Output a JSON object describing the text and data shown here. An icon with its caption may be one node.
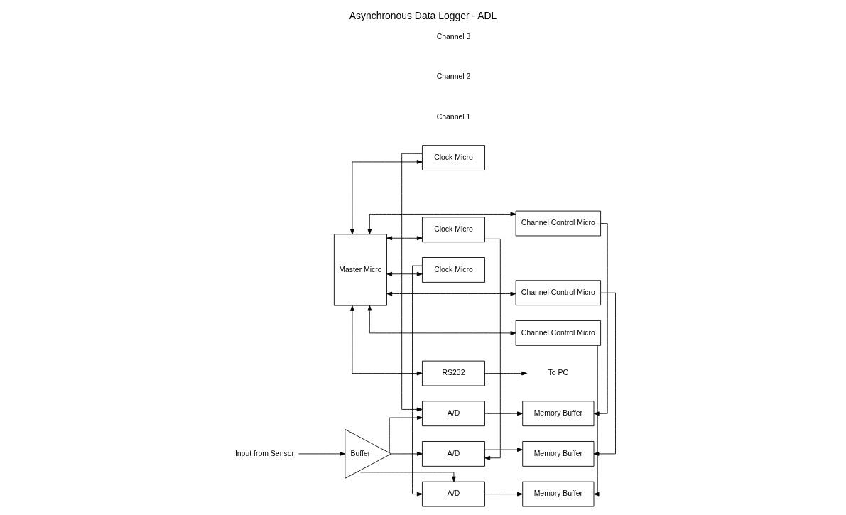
{
  "diagram": {
    "title": "Asynchronous Data Logger - ADL",
    "nodes": [
      {
        "text": [
          "Input from Sensor"
        ]
      },
      {
        "text": [
          "Buffer"
        ]
      },
      {
        "text": [
          "A/D"
        ]
      },
      {
        "text": [
          "Memory Buffer"
        ]
      },
      {
        "text": [
          "Clock Micro"
        ]
      },
      {
        "text": [
          "Channel Control Micro"
        ]
      },
      {
        "text": [
          "A/D"
        ]
      },
      {
        "text": [
          "Memory Buffer"
        ]
      },
      {
        "text": [
          "Clock Micro"
        ]
      },
      {
        "text": [
          "Channel Control Micro"
        ]
      },
      {
        "text": [
          "A/D"
        ]
      },
      {
        "text": [
          "Memory Buffer"
        ]
      },
      {
        "text": [
          "Clock Micro"
        ]
      },
      {
        "text": [
          "Channel Control Micro"
        ]
      },
      {
        "text": [
          "Master Micro"
        ]
      },
      {
        "text": [
          "RS232"
        ]
      },
      {
        "text": [
          "To PC"
        ]
      }
    ],
    "edges": [
      {
        "from": 0,
        "to": 1,
        "arrow": "to"
      },
      {
        "from": 1,
        "to": 2,
        "arrow": "to"
      },
      {
        "from": 1,
        "to": 6,
        "arrow": "to"
      },
      {
        "from": 1,
        "to": 10,
        "arrow": "to"
      },
      {
        "from": 2,
        "to": 3,
        "arrow": "to"
      },
      {
        "from": 4,
        "to": 2,
        "arrow": "to"
      },
      {
        "from": 5,
        "to": 3,
        "arrow": "to"
      },
      {
        "from": 14,
        "to": 4,
        "arrow": "both"
      },
      {
        "from": 14,
        "to": 5,
        "arrow": "both"
      },
      {
        "from": 6,
        "to": 7,
        "arrow": "to"
      },
      {
        "from": 8,
        "to": 6,
        "arrow": "to"
      },
      {
        "from": 9,
        "to": 7,
        "arrow": "to"
      },
      {
        "from": 14,
        "to": 8,
        "arrow": "both"
      },
      {
        "from": 14,
        "to": 9,
        "arrow": "both"
      },
      {
        "from": 10,
        "to": 11,
        "arrow": "to"
      },
      {
        "from": 12,
        "to": 10,
        "arrow": "to"
      },
      {
        "from": 13,
        "to": 11,
        "arrow": "to"
      },
      {
        "from": 14,
        "to": 12,
        "arrow": "both"
      },
      {
        "from": 14,
        "to": 13,
        "arrow": "both"
      },
      {
        "from": 14,
        "to": 15,
        "arrow": "both"
      },
      {
        "from": 15,
        "to": 16,
        "arrow": "to"
      }
    ],
    "labels": [
      "Channel 1",
      "Channel 2",
      "Channel 3"
    ]
  }
}
